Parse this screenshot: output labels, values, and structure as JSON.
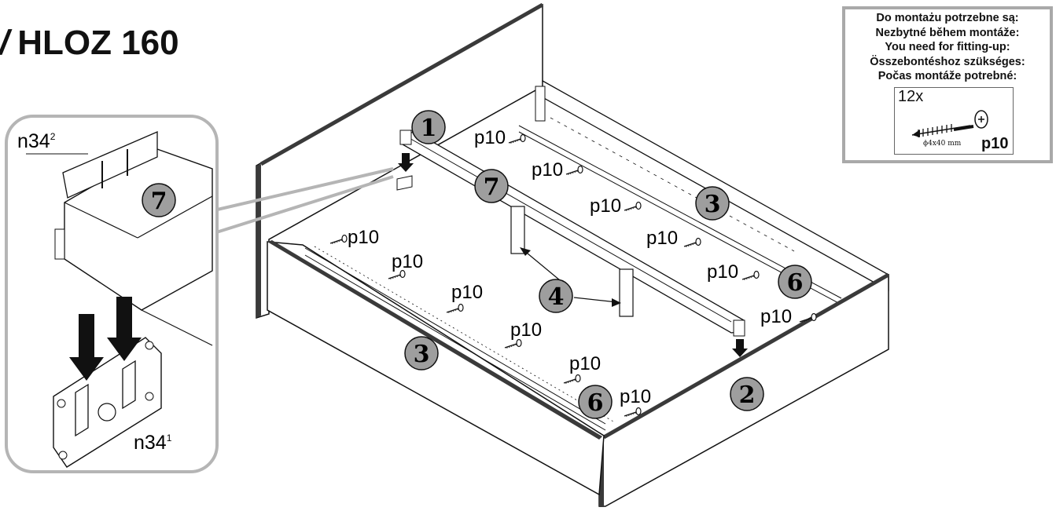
{
  "title": {
    "mark": "/",
    "model": "HLOZ 160"
  },
  "requirements": {
    "lines": [
      "Do montażu potrzebne są:",
      "Nezbytné během montáže:",
      "You need for fitting-up:",
      "Összebontéshoz szükséges:",
      "Počas montáže potrebné:"
    ],
    "screw": {
      "quantity": "12x",
      "size": "ϕ4x40 mm",
      "code": "p10"
    }
  },
  "parts": {
    "headboard": "1",
    "footboard": "2",
    "side_rail": "3",
    "leg": "4",
    "slat_rail": "6",
    "center_beam": "7"
  },
  "screw_label": "p10",
  "detail": {
    "part": "7",
    "bracket_upper": {
      "base": "n34",
      "sup": "2"
    },
    "bracket_lower": {
      "base": "n34",
      "sup": "1"
    }
  },
  "colors": {
    "outline": "#1a1a1a",
    "panel_edge": "#3a3a3a",
    "badge_fill": "#9e9e9e",
    "callout_border": "#b5b5b5"
  }
}
